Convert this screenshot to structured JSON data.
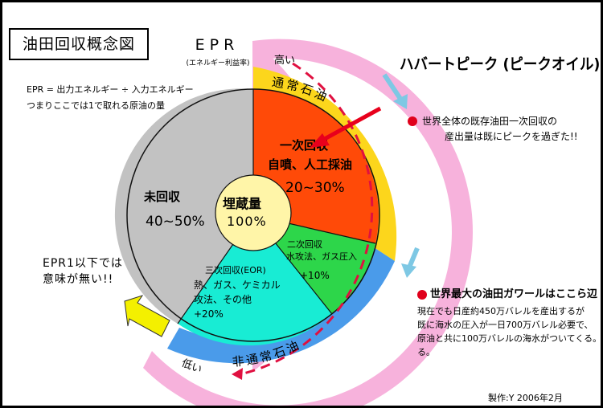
{
  "header": {
    "title": "油田回収概念図"
  },
  "epr": {
    "title": "EPR",
    "subtitle": "(エネルギー利益率)",
    "definition_line1": "EPR = 出力エネルギー ÷ 入力エネルギー",
    "definition_line2": "つまりここでは1で取れる原油の量",
    "note_line1": "EPR1以下では",
    "note_line2": "意味が無い!!"
  },
  "scale": {
    "high": "高い",
    "low": "低い"
  },
  "bands": {
    "conventional": "通常石油",
    "unconventional": "非通常石油"
  },
  "segments": {
    "primary": {
      "title": "一次回収",
      "method": "自噴、人工採油",
      "share": "20~30%",
      "color": "#ff4a08"
    },
    "secondary": {
      "title": "二次回収",
      "method": "水攻法、ガス圧入",
      "share": "+10%",
      "color": "#2dd64a"
    },
    "tertiary": {
      "title": "三次回収(EOR)",
      "method_line1": "熱、ガス、ケミカル",
      "method_line2": "攻法、その他",
      "share": "+20%",
      "color": "#18ecd4"
    },
    "unrecovered": {
      "title": "未回収",
      "share": "40~50%",
      "color": "#c2c2c2"
    }
  },
  "center": {
    "title": "埋蔵量",
    "value": "100%"
  },
  "hubbert": {
    "title": "ハバートピーク (ピークオイル)",
    "bullet_line1": "世界全体の既存油田一次回収の",
    "bullet_line2": "産出量は既にピークを過ぎた!!"
  },
  "ghawar": {
    "title": "世界最大の油田ガワールはここら辺",
    "desc_line1": "現在でも日産約450万バレルを産出するが",
    "desc_line2": "既に海水の圧入が一日700万バレル必要で、",
    "desc_line3": "原油と共に100万バレルの海水がついてくる。",
    "desc_line4": "る。"
  },
  "credit": "製作:Y 2006年2月",
  "colors": {
    "outer_band": "#f7b2dc",
    "conventional_band": "#fcd61c",
    "unconventional_band": "#4a9bea",
    "epr_arrow": "#e01040",
    "left_arrow": "#f4f000",
    "cyan_arrow": "#7ec8e4",
    "peak_arrow": "#e8001c",
    "bullet": "#e0001b"
  }
}
